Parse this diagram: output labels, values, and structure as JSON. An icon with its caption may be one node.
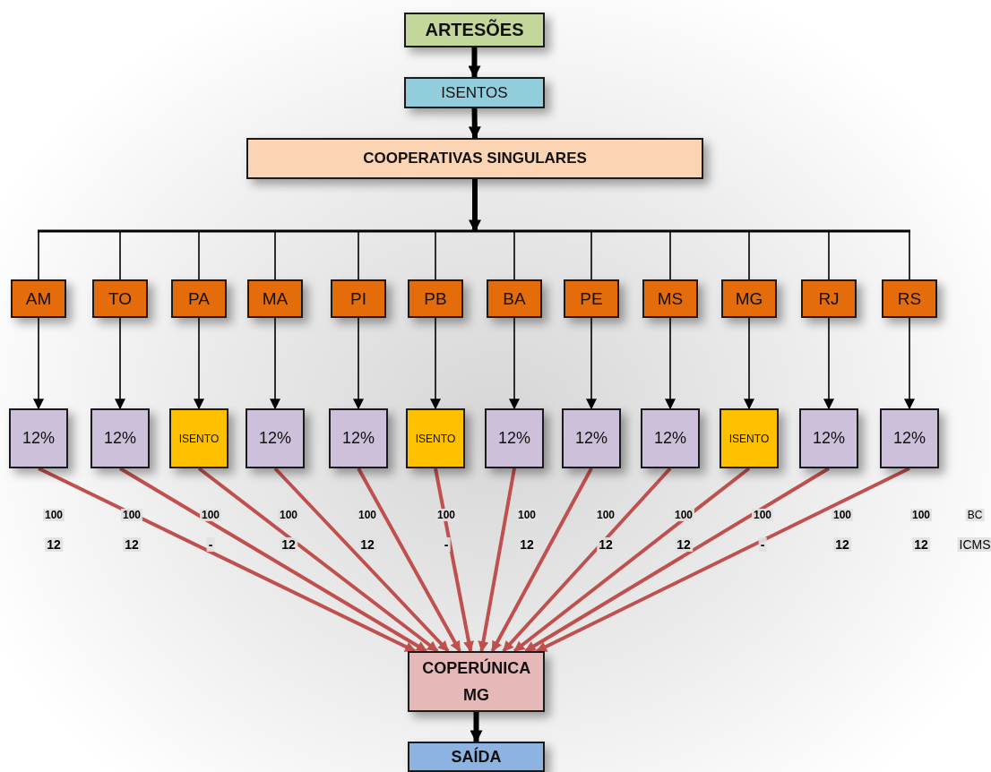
{
  "diagram": {
    "nodes": [
      {
        "text": [
          "ARTESÕES"
        ]
      },
      {
        "text": [
          "ISENTOS"
        ]
      },
      {
        "text": [
          "COOPERATIVAS SINGULARES"
        ]
      },
      {
        "text": [
          "AM"
        ]
      },
      {
        "text": [
          "TO"
        ]
      },
      {
        "text": [
          "PA"
        ]
      },
      {
        "text": [
          "MA"
        ]
      },
      {
        "text": [
          "PI"
        ]
      },
      {
        "text": [
          "PB"
        ]
      },
      {
        "text": [
          "BA"
        ]
      },
      {
        "text": [
          "PE"
        ]
      },
      {
        "text": [
          "MS"
        ]
      },
      {
        "text": [
          "MG"
        ]
      },
      {
        "text": [
          "RJ"
        ]
      },
      {
        "text": [
          "RS"
        ]
      },
      {
        "text": [
          "12%"
        ]
      },
      {
        "text": [
          "12%"
        ]
      },
      {
        "text": [
          "ISENTO"
        ]
      },
      {
        "text": [
          "12%"
        ]
      },
      {
        "text": [
          "12%"
        ]
      },
      {
        "text": [
          "ISENTO"
        ]
      },
      {
        "text": [
          "12%"
        ]
      },
      {
        "text": [
          "12%"
        ]
      },
      {
        "text": [
          "12%"
        ]
      },
      {
        "text": [
          "ISENTO"
        ]
      },
      {
        "text": [
          "12%"
        ]
      },
      {
        "text": [
          "12%"
        ]
      },
      {
        "text": [
          "COPERÚNICA MG"
        ]
      },
      {
        "text": [
          "SAÍDA"
        ]
      }
    ],
    "edges": [
      {
        "from": 0,
        "to": 1,
        "arrow": "to",
        "style": "thick"
      },
      {
        "from": 1,
        "to": 2,
        "arrow": "to",
        "style": "thick"
      },
      {
        "from": 2,
        "to": 3,
        "arrow": "none"
      },
      {
        "from": 2,
        "to": 4,
        "arrow": "none"
      },
      {
        "from": 2,
        "to": 5,
        "arrow": "none"
      },
      {
        "from": 2,
        "to": 6,
        "arrow": "none"
      },
      {
        "from": 2,
        "to": 7,
        "arrow": "none"
      },
      {
        "from": 2,
        "to": 8,
        "arrow": "none"
      },
      {
        "from": 2,
        "to": 9,
        "arrow": "none"
      },
      {
        "from": 2,
        "to": 10,
        "arrow": "none"
      },
      {
        "from": 2,
        "to": 11,
        "arrow": "none"
      },
      {
        "from": 2,
        "to": 12,
        "arrow": "none"
      },
      {
        "from": 2,
        "to": 13,
        "arrow": "none"
      },
      {
        "from": 2,
        "to": 14,
        "arrow": "none"
      },
      {
        "from": 3,
        "to": 15,
        "arrow": "to"
      },
      {
        "from": 4,
        "to": 16,
        "arrow": "to"
      },
      {
        "from": 5,
        "to": 17,
        "arrow": "to"
      },
      {
        "from": 6,
        "to": 18,
        "arrow": "to"
      },
      {
        "from": 7,
        "to": 19,
        "arrow": "to"
      },
      {
        "from": 8,
        "to": 20,
        "arrow": "to"
      },
      {
        "from": 9,
        "to": 21,
        "arrow": "to"
      },
      {
        "from": 10,
        "to": 22,
        "arrow": "to"
      },
      {
        "from": 11,
        "to": 23,
        "arrow": "to"
      },
      {
        "from": 12,
        "to": 24,
        "arrow": "to"
      },
      {
        "from": 13,
        "to": 25,
        "arrow": "to"
      },
      {
        "from": 14,
        "to": 26,
        "arrow": "to"
      },
      {
        "from": 15,
        "to": 27,
        "arrow": "to",
        "color": "#c0504d"
      },
      {
        "from": 16,
        "to": 27,
        "arrow": "to",
        "color": "#c0504d"
      },
      {
        "from": 17,
        "to": 27,
        "arrow": "to",
        "color": "#c0504d"
      },
      {
        "from": 18,
        "to": 27,
        "arrow": "to",
        "color": "#c0504d"
      },
      {
        "from": 19,
        "to": 27,
        "arrow": "to",
        "color": "#c0504d"
      },
      {
        "from": 20,
        "to": 27,
        "arrow": "to",
        "color": "#c0504d"
      },
      {
        "from": 21,
        "to": 27,
        "arrow": "to",
        "color": "#c0504d"
      },
      {
        "from": 22,
        "to": 27,
        "arrow": "to",
        "color": "#c0504d"
      },
      {
        "from": 23,
        "to": 27,
        "arrow": "to",
        "color": "#c0504d"
      },
      {
        "from": 24,
        "to": 27,
        "arrow": "to",
        "color": "#c0504d"
      },
      {
        "from": 25,
        "to": 27,
        "arrow": "to",
        "color": "#c0504d"
      },
      {
        "from": 26,
        "to": 27,
        "arrow": "to",
        "color": "#c0504d"
      },
      {
        "from": 27,
        "to": 28,
        "arrow": "to",
        "style": "thick"
      }
    ],
    "labels": [
      "100",
      "100",
      "100",
      "100",
      "100",
      "100",
      "100",
      "100",
      "100",
      "100",
      "100",
      "100",
      "BC",
      "12",
      "12",
      "-",
      "12",
      "12",
      "-",
      "12",
      "12",
      "12",
      "-",
      "12",
      "12",
      "ICMS"
    ]
  }
}
